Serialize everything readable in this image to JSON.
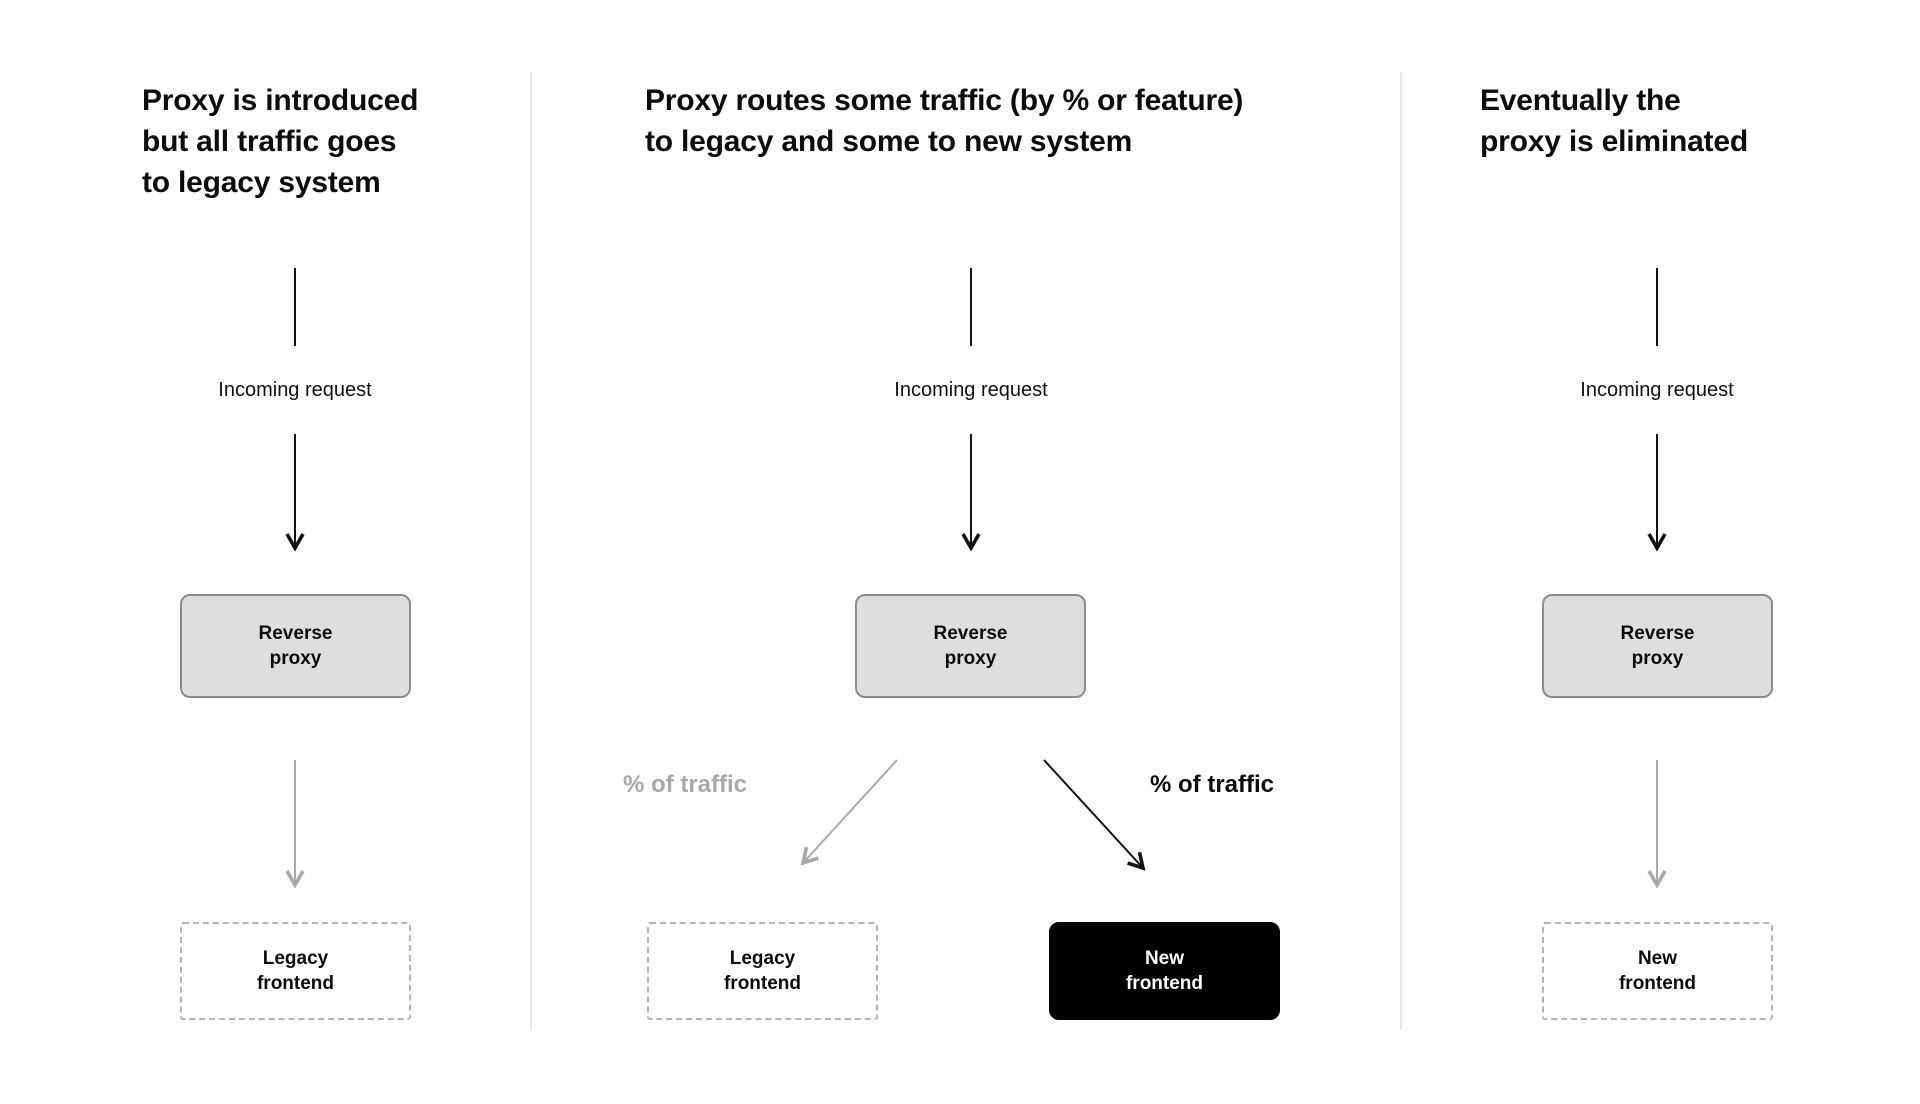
{
  "diagram": {
    "title_note": "Strangler fig / reverse-proxy migration phases",
    "background": "#ffffff",
    "colors": {
      "text": "#111111",
      "muted": "#a8a8a8",
      "proxy_fill": "#dedede",
      "proxy_border": "#8c8c8c",
      "dashed_border": "#b5b5b5",
      "black": "#000000",
      "divider": "#e6e6e6"
    }
  },
  "columns": [
    {
      "id": "phase-1",
      "heading": "Proxy is introduced\nbut all traffic goes\nto legacy system",
      "incoming_label": "Incoming request",
      "proxy": {
        "label": "Reverse\nproxy",
        "style": "gray-filled"
      },
      "targets": [
        {
          "label": "Legacy\nfrontend",
          "style": "dashed",
          "arrow_color": "#a8a8a8",
          "traffic_label": ""
        }
      ]
    },
    {
      "id": "phase-2",
      "heading": "Proxy routes some traffic (by % or feature)\nto legacy and some to new system",
      "incoming_label": "Incoming request",
      "proxy": {
        "label": "Reverse\nproxy",
        "style": "gray-filled"
      },
      "targets": [
        {
          "label": "Legacy\nfrontend",
          "style": "dashed",
          "arrow_color": "#a8a8a8",
          "traffic_label": "% of traffic"
        },
        {
          "label": "New\nfrontend",
          "style": "solid-black",
          "arrow_color": "#111111",
          "traffic_label": "% of traffic"
        }
      ]
    },
    {
      "id": "phase-3",
      "heading": "Eventually the\nproxy is eliminated",
      "incoming_label": "Incoming request",
      "proxy": {
        "label": "Reverse\nproxy",
        "style": "gray-filled"
      },
      "targets": [
        {
          "label": "New\nfrontend",
          "style": "dashed",
          "arrow_color": "#a8a8a8",
          "traffic_label": ""
        }
      ]
    }
  ]
}
